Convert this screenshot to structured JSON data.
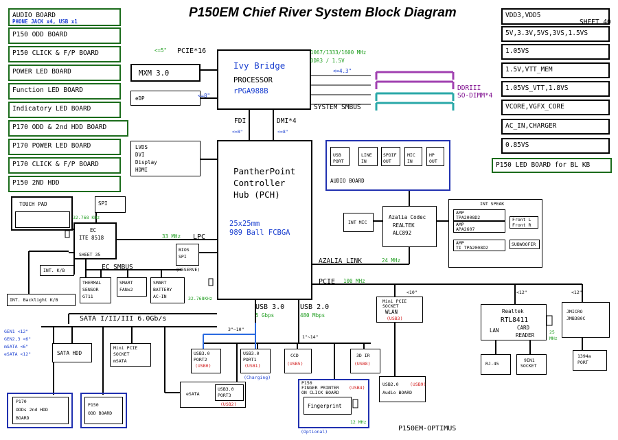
{
  "title": "P150EM Chief River System Block Diagram",
  "footer": "P150EM-OPTIMUS",
  "left_boards": [
    {
      "label": "AUDIO BOARD",
      "sub": "PHONE JACK x4, USB x1"
    },
    {
      "label": "P150 ODD BOARD"
    },
    {
      "label": "P150 CLICK & F/P BOARD"
    },
    {
      "label": "POWER LED BOARD"
    },
    {
      "label": "Function LED BOARD"
    },
    {
      "label": "Indicatory LED BOARD"
    },
    {
      "label": "P170 ODD & 2nd HDD BOARD"
    },
    {
      "label": "P170 POWER LED BOARD"
    },
    {
      "label": "P170 CLICK & F/P BOARD"
    },
    {
      "label": "P150 2ND HDD"
    }
  ],
  "power_rails": [
    {
      "label": "VDD3,VDD5",
      "sheet": "SHEET 40"
    },
    {
      "label": "5V,3.3V,5VS,3VS,1.5VS"
    },
    {
      "label": "1.05VS"
    },
    {
      "label": "1.5V,VTT_MEM"
    },
    {
      "label": "1.05VS_VTT,1.8VS"
    },
    {
      "label": "VCORE,VGFX_CORE"
    },
    {
      "label": "AC_IN,CHARGER"
    },
    {
      "label": "0.85VS"
    }
  ],
  "p150_led_board": "P150 LED BOARD for BL KB",
  "cpu": {
    "line1": "Ivy Bridge",
    "line2": "PROCESSOR",
    "line3": "rPGA988B"
  },
  "pch": {
    "line1": "PantherPoint",
    "line2": "Controller",
    "line3": "Hub (PCH)",
    "line4": "25x25mm",
    "line5": "989 Ball FCBGA"
  },
  "mxm": {
    "label": "MXM 3.0",
    "pcie": "PCIE*16",
    "pcie_w": "<=5\""
  },
  "edp": {
    "label": "eDP",
    "w": "<=8\""
  },
  "ddr": {
    "speed": "1067/1333/1600 MHz",
    "type": "DDR3 / 1.5V",
    "w": "<=4.3\"",
    "label1": "DDRIII",
    "label2": "SO-DIMM*4",
    "smbus": "SYSTEM SMBUS"
  },
  "fdi": {
    "label": "FDI",
    "w": "<=8\""
  },
  "dmi": {
    "label": "DMI*4",
    "w": "<=8\""
  },
  "display": {
    "l1": "LVDS",
    "l2": "DVI",
    "l3": "Display",
    "l4": "HDMI"
  },
  "audio_board": {
    "label": "AUDIO BOARD",
    "ports": [
      {
        "l1": "USB",
        "l2": "PORT"
      },
      {
        "l1": "LINE",
        "l2": "IN"
      },
      {
        "l1": "SPDIF",
        "l2": "OUT"
      },
      {
        "l1": "MIC",
        "l2": "IN"
      },
      {
        "l1": "HP",
        "l2": "OUT"
      }
    ]
  },
  "codec": {
    "l1": "Azalia Codec",
    "l2": "REALTEK",
    "l3": "ALC892"
  },
  "int_mic": "INT MIC",
  "int_speak": {
    "title": "INT SPEAK",
    "amp1": {
      "l1": "AMP",
      "l2": "TPA2008D2"
    },
    "amp2": {
      "l1": "AMP",
      "l2": "APA2607"
    },
    "amp3": {
      "l1": "AMP",
      "l2": "TI TPA2008D2"
    },
    "front": {
      "l1": "Front L",
      "l2": "Front R"
    },
    "sub": "SUBWOOFER"
  },
  "azalia_link": {
    "label": "AZALIA LINK",
    "speed": "24 MHz"
  },
  "touchpad": "TOUCH PAD",
  "spi": "SPI",
  "ec": {
    "l1": "EC",
    "l2": "ITE 8518",
    "sheet": "SHEET 35",
    "clk": "32.768 KHz"
  },
  "lpc": {
    "speed": "33 MHz",
    "label": "LPC"
  },
  "bios": {
    "l1": "BIOS",
    "l2": "SPI",
    "l3": "(RESERVE)",
    "clk": "32.768KHz"
  },
  "ec_smbus": "EC SMBUS",
  "int_kb": "INT. K/B",
  "thermal": {
    "l1": "THERMAL",
    "l2": "SENSOR",
    "l3": "G711"
  },
  "smart_fan": {
    "l1": "SMART",
    "l2": "FANx2"
  },
  "smart_batt": {
    "l1": "SMART",
    "l2": "BATTERY",
    "l3": "AC-IN"
  },
  "int_backlight": "INT. Backlight K/B",
  "sata": {
    "label": "SATA I/II/III 6.0Gb/s",
    "g1": "GEN1 <12\"",
    "g2": "GEN2,3 <6\"",
    "g3": "mSATA <6\"",
    "g4": "eSATA <12\""
  },
  "sata_hdd": "SATA HDD",
  "msata": {
    "l1": "Mini PCIE",
    "l2": "SOCKET",
    "l3": "mSATA"
  },
  "p170_odd": {
    "l1": "P170",
    "l2": "ODDs 2nd HDD",
    "l3": "BOARD"
  },
  "p150_odd": {
    "l1": "P150",
    "l2": "ODD BOARD"
  },
  "usb3": {
    "label": "USB 3.0",
    "speed": "5 Gbps",
    "len": "3\"~10\""
  },
  "usb2": {
    "label": "USB 2.0",
    "speed": "480 Mbps",
    "len": "1\"~14\""
  },
  "pcie_bus": {
    "label": "PCIE",
    "speed": "100 MHz"
  },
  "usb_ports": [
    {
      "l1": "USB3.0",
      "l2": "PORT2",
      "tag": "(USB0)"
    },
    {
      "l1": "USB3.0",
      "l2": "PORT1",
      "tag": "(USB1)",
      "note": "(Charging)"
    },
    {
      "l1": "CCD",
      "tag": "(USB5)"
    },
    {
      "l1": "3D IR",
      "tag": "(USB8)"
    }
  ],
  "esata": {
    "label": "eSATA",
    "l1": "USB3.0",
    "l2": "PORT3",
    "tag": "(USB2)"
  },
  "fingerprint": {
    "head": "P150",
    "head2": "FINGER PRINTER",
    "head3": "ON CLICK BOARD",
    "tag": "(USB4)",
    "label": "Fingerprint",
    "clk": "12 MHz",
    "note": "(Optional)"
  },
  "usb_audio": {
    "l1": "USB2.0",
    "l2": "Audio BOARD",
    "tag": "(USB9)"
  },
  "wlan": {
    "w": "<10\"",
    "l1": "Mini PCIE",
    "l2": "SOCKET",
    "l3": "WLAN",
    "tag": "(USB3)"
  },
  "realtek": {
    "w": "<12\"",
    "l1": "Realtek",
    "l2": "RTL8411",
    "l3": "LAN",
    "l4": "CARD",
    "l5": "READER",
    "clk": "25",
    "clk2": "MHz"
  },
  "rj45": "RJ-45",
  "in1": {
    "l1": "9IN1",
    "l2": "SOCKET"
  },
  "jmicro": {
    "w": "<12\"",
    "l1": "JMICRO",
    "l2": "JMB380C"
  },
  "port1394": {
    "l1": "1394a",
    "l2": "PORT"
  }
}
